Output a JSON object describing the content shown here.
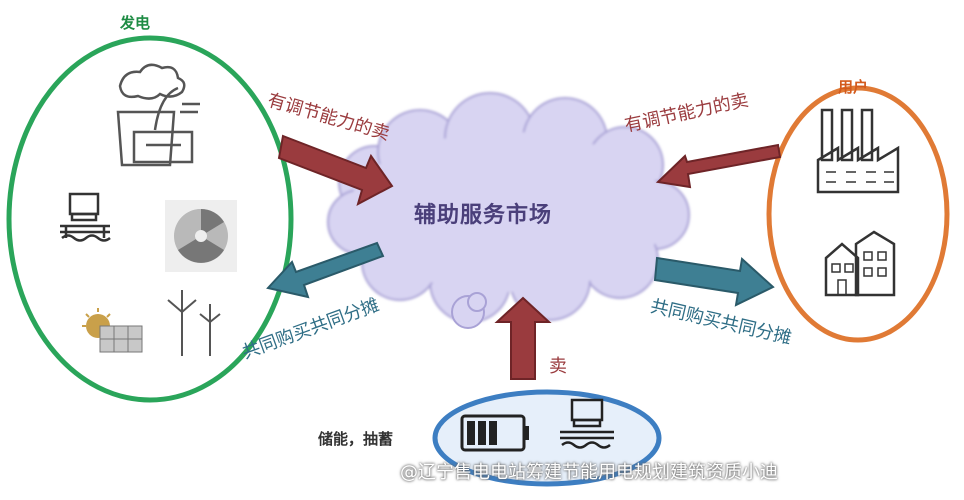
{
  "diagram": {
    "market": {
      "label": "辅助服务市场"
    },
    "generation": {
      "title": "发电"
    },
    "users": {
      "title": "用户"
    },
    "storage": {
      "title": "储能，抽蓄"
    },
    "arrows": {
      "gen_sell": "有调节能力的卖",
      "user_sell": "有调节能力的卖",
      "gen_share": "共同购买共同分摊",
      "user_share": "共同购买共同分摊",
      "storage_sell": "卖"
    },
    "watermark": "@辽宁售电电站筹建节能用电规划建筑资质小迪"
  },
  "colors": {
    "generation_border": "#2aa55a",
    "users_border": "#e07a35",
    "storage_border": "#3d7ec2",
    "cloud_fill": "#d8d4f2",
    "sell_arrow": "#9a3b3e",
    "share_arrow": "#3e7f93"
  },
  "icons": {
    "power_plant": "factory-chimney-icon",
    "hydro": "hydro-dam-icon",
    "nuclear": "nuclear-icon",
    "solar": "solar-panel-icon",
    "wind": "wind-turbine-icon",
    "factory": "factory-icon",
    "houses": "houses-icon",
    "battery": "battery-icon"
  }
}
